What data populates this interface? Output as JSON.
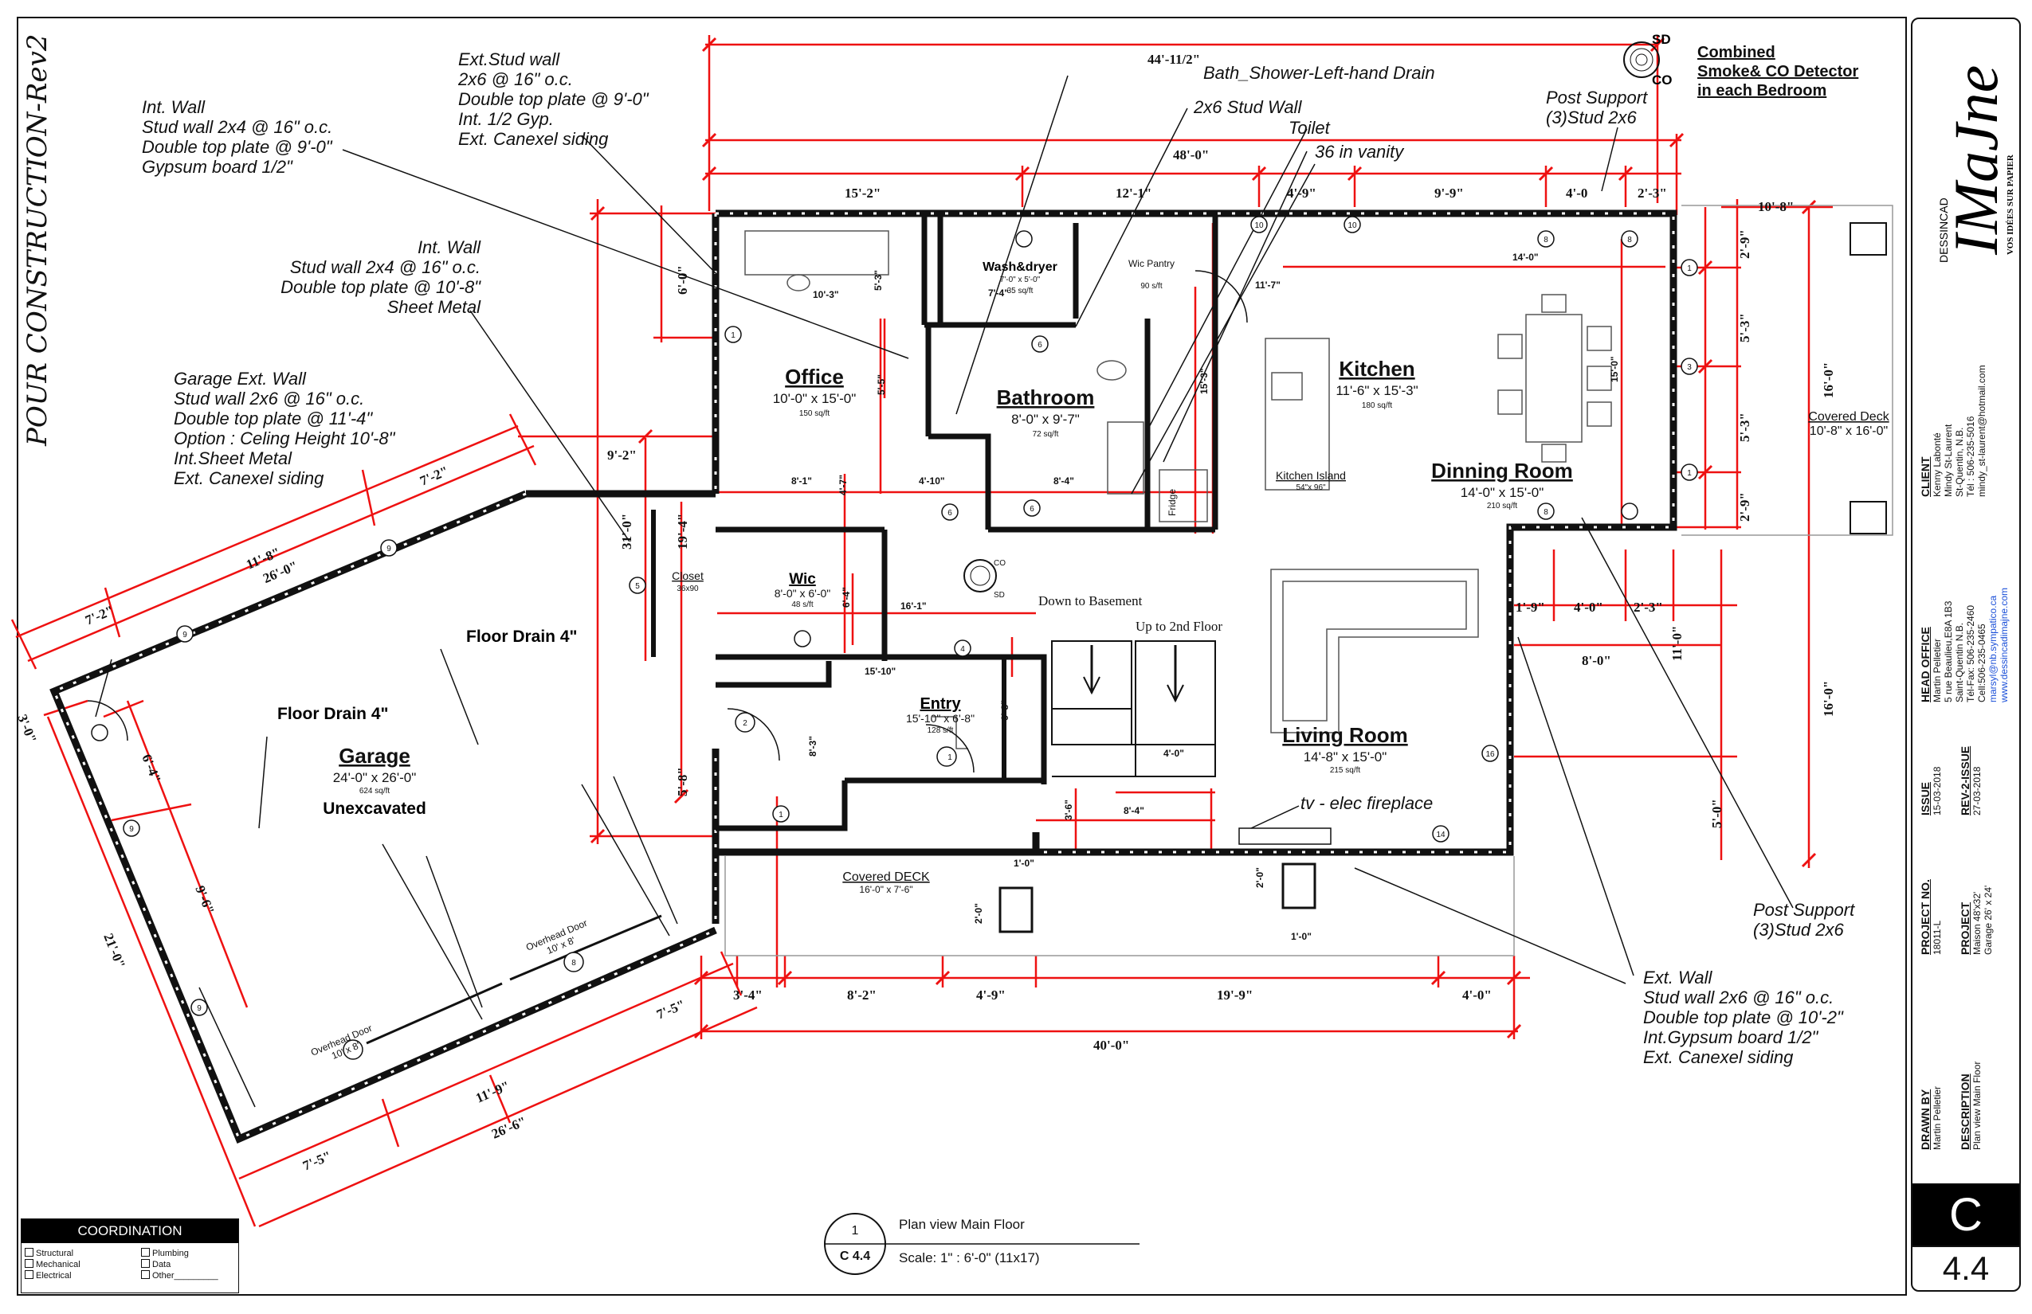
{
  "revision_stamp": "POUR CONSTRUCTION-Rev2",
  "notes": {
    "int_wall_1": [
      "Int. Wall",
      "Stud wall 2x4 @ 16\" o.c.",
      "Double top plate @ 9'-0\"",
      "Gypsum board 1/2\""
    ],
    "ext_stud_wall": [
      "Ext.Stud wall",
      "2x6 @ 16\" o.c.",
      "Double top plate @ 9'-0\"",
      "Int. 1/2 Gyp.",
      "Ext. Canexel siding"
    ],
    "int_wall_2": [
      "Int. Wall",
      "Stud wall 2x4 @ 16\" o.c.",
      "Double top plate @ 10'-8\"",
      "Sheet Metal"
    ],
    "garage_ext_wall": [
      "Garage Ext. Wall",
      "Stud wall 2x6 @ 16\" o.c.",
      "Double top plate @ 11'-4\"",
      "Option : Celing Height 10'-8\"",
      "Int.Sheet Metal",
      "Ext. Canexel siding"
    ],
    "ext_wall": [
      "Ext. Wall",
      "Stud wall 2x6 @ 16\" o.c.",
      "Double top plate @ 10'-2\"",
      "Int.Gypsum board 1/2\"",
      "Ext. Canexel siding"
    ],
    "bath_shower": "Bath_Shower-Left-hand Drain",
    "stud_wall_2x6": "2x6 Stud Wall",
    "toilet": "Toilet",
    "vanity": "36 in vanity",
    "post_support_top": [
      "Post Support",
      "(3)Stud 2x6"
    ],
    "post_support_bottom": [
      "Post Support",
      "(3)Stud 2x6"
    ],
    "detector": [
      "Combined",
      "Smoke& CO Detector",
      "in each Bedroom"
    ],
    "floor_drain_1": "Floor Drain 4\"",
    "floor_drain_2": "Floor Drain 4\"",
    "down_basement": "Down to Basement",
    "up_2nd": "Up to 2nd Floor",
    "tv_fireplace": "tv - elec fireplace",
    "sd": "SD",
    "co": "CO"
  },
  "rooms": {
    "office": {
      "name": "Office",
      "size": "10'-0\" x 15'-0\"",
      "area": "150 sq/ft"
    },
    "bathroom": {
      "name": "Bathroom",
      "size": "8'-0\" x 9'-7\"",
      "area": "72 sq/ft"
    },
    "kitchen": {
      "name": "Kitchen",
      "size": "11'-6\" x 15'-3\"",
      "area": "180 sq/ft"
    },
    "dining": {
      "name": "Dinning Room",
      "size": "14'-0\" x 15'-0\"",
      "area": "210 sq/ft"
    },
    "wic": {
      "name": "Wic",
      "size": "8'-0\" x 6'-0\"",
      "area": "48 s/ft"
    },
    "entry": {
      "name": "Entry",
      "size": "15'-10\" x 6'-8\"",
      "area": "128 s/ft"
    },
    "living": {
      "name": "Living Room",
      "size": "14'-8\" x 15'-0\"",
      "area": "215 sq/ft"
    },
    "garage": {
      "name": "Garage",
      "size": "24'-0\" x 26'-0\"",
      "area": "624 sq/ft",
      "extra": "Unexcavated"
    },
    "washdryer": {
      "name": "Wash&dryer",
      "size": "7'-0\" x 5'-0\"",
      "area": "35 sq/ft"
    },
    "wic_pantry": {
      "name": "Wic Pantry",
      "area": "90 s/ft"
    },
    "closet": {
      "name": "Closet",
      "size": "36x90"
    },
    "kitchen_island": {
      "name": "Kitchen Island",
      "size": "54\"x 96\""
    },
    "fridge": "Fridge",
    "covered_deck_right": {
      "name": "Covered Deck",
      "size": "10'-8\" x 16'-0\""
    },
    "covered_deck_bottom": {
      "name": "Covered DECK",
      "size": "16'-0\" x 7'-6\""
    },
    "overhead_door_1": {
      "name": "Overhead Door",
      "size": "10' x 8'"
    },
    "overhead_door_2": {
      "name": "Overhead Door",
      "size": "10' x 8'"
    }
  },
  "dimensions": {
    "top_overall_1": "44'-11/2\"",
    "top_overall_2": "48'-0\"",
    "top_segments": [
      "15'-2\"",
      "12'-1\"",
      "4'-9\"",
      "9'-9\"",
      "4'-0",
      "2'-3\""
    ],
    "right_deck_width": "10'-8\"",
    "right_segments": [
      "2'-9\"",
      "5'-3\"",
      "5'-3\"",
      "2'-9\""
    ],
    "right_16_a": "16'-0\"",
    "right_16_b": "16'-0\"",
    "right_lower": [
      "11'-0\"",
      "5'-0\""
    ],
    "living_top": [
      "1'-9\"",
      "4'-0\"",
      "2'-3\""
    ],
    "living_8": "8'-0\"",
    "bottom_segments": [
      "3'-4\"",
      "8'-2\"",
      "4'-9\"",
      "19'-9\"",
      "4'-0\""
    ],
    "bottom_overall": "40'-0\"",
    "left_vertical": [
      "6'-0\"",
      "9'-2\"",
      "31'-0\"",
      "19'-4\"",
      "5'-8\""
    ],
    "garage_top": [
      "7'-2\"",
      "11'-8\"",
      "26'-0\"",
      "7'-2\""
    ],
    "garage_left": [
      "3'-0\"",
      "6'-4\"",
      "9'-6\"",
      "21'-0\""
    ],
    "garage_bottom": [
      "7'-5\"",
      "11'-9\"",
      "26'-6\"",
      "7'-5\""
    ],
    "interior": [
      "10'-3\"",
      "5'-3\"",
      "5'-5\"",
      "8'-1\"",
      "4'-7\"",
      "4'-10\"",
      "8'-4\"",
      "14'-0\"",
      "11'-7\"",
      "15'-3\"",
      "15'-0\"",
      "16'-1\"",
      "6'-4\"",
      "15'-10\"",
      "6'-8\"",
      "8'-3\"",
      "4'-0\"",
      "8'-4\"",
      "3'-6\"",
      "1'-0\"",
      "2'-0\"",
      "2'-0\"",
      "1'-0\"",
      "7'-4\""
    ]
  },
  "tags": [
    "1",
    "2",
    "3",
    "4",
    "5",
    "6",
    "6",
    "6",
    "8",
    "8",
    "8",
    "8",
    "9",
    "9",
    "9",
    "9",
    "10",
    "10",
    "14",
    "16",
    "1",
    "1",
    "1",
    "1"
  ],
  "title_block": {
    "firm": "DESSINCAD",
    "logo": "IMaJne",
    "tagline": "VOS IDÉES SUR PAPIER",
    "client_label": "CLIENT",
    "client": [
      "Kenny Labonté",
      "Mindy St-Laurent",
      "St-Quentin, N.B.",
      "Tél : 506-235-5016"
    ],
    "client_email": "mindy_st-laurent@hotmail.com",
    "head_label": "HEAD OFFICE",
    "head": [
      "Martin Pelletier",
      "5 rue Beaulieu,E8A 1B3",
      "Saint-Quentin N.B.",
      "Tél-Fax: 506-235-2460",
      "Cell:506-235-0465"
    ],
    "head_email": "marsyl@nb.sympatico.ca",
    "head_web": "www.dessincadimajne.com",
    "issue_label": "ISSUE",
    "issue": "15-03-2018",
    "rev_label": "REV-2-ISSUE",
    "rev": "27-03-2018",
    "project_no_label": "PROJECT NO.",
    "project_no": "18011-L",
    "project_label": "PROJECT",
    "project": [
      "Maison 48'x32'",
      "Garage 26' x 24'"
    ],
    "drawn_label": "DRAWN BY",
    "drawn": "Martin Pelletier",
    "desc_label": "DESCRIPTION",
    "desc": "Plan view Main Floor",
    "sheet_letter": "C",
    "sheet_number": "4.4"
  },
  "coordination": {
    "title": "COORDINATION",
    "items": [
      "Structural",
      "Plumbing",
      "Mechanical",
      "Data",
      "Electrical",
      "Other"
    ]
  },
  "callout": {
    "number": "1",
    "sheet": "C 4.4",
    "title": "Plan view Main Floor",
    "scale": "Scale:  1\" : 6'-0\" (11x17)"
  }
}
